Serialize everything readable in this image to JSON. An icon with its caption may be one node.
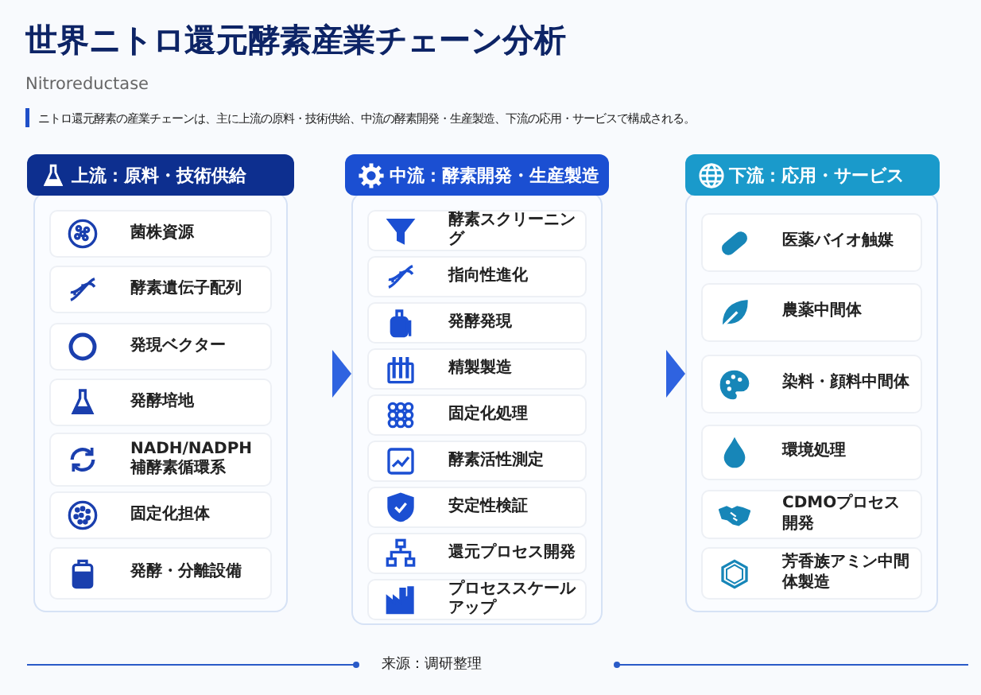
{
  "diagram": {
    "title": "世界ニトロ還元酵素産業チェーン分析",
    "nodes": [
      {
        "text": [
          "上流：原料・技術供給"
        ]
      },
      {
        "text": [
          "菌株資源"
        ],
        "in": 0
      },
      {
        "text": [
          "酵素遺伝子配列"
        ],
        "in": 0
      },
      {
        "text": [
          "発現ベクター"
        ],
        "in": 0
      },
      {
        "text": [
          "発酵培地"
        ],
        "in": 0
      },
      {
        "text": [
          "NADH/NADPH 補酵素循環系"
        ],
        "in": 0
      },
      {
        "text": [
          "固定化担体"
        ],
        "in": 0
      },
      {
        "text": [
          "発酵・分離設備"
        ],
        "in": 0
      },
      {
        "text": [
          "中流：酵素開発・生産製造"
        ]
      },
      {
        "text": [
          "酵素スクリーニング"
        ],
        "in": 8
      },
      {
        "text": [
          "指向性進化"
        ],
        "in": 8
      },
      {
        "text": [
          "発酵発現"
        ],
        "in": 8
      },
      {
        "text": [
          "精製製造"
        ],
        "in": 8
      },
      {
        "text": [
          "固定化処理"
        ],
        "in": 8
      },
      {
        "text": [
          "酵素活性測定"
        ],
        "in": 8
      },
      {
        "text": [
          "安定性検証"
        ],
        "in": 8
      },
      {
        "text": [
          "還元プロセス開発"
        ],
        "in": 8
      },
      {
        "text": [
          "プロセススケールアップ"
        ],
        "in": 8
      },
      {
        "text": [
          "下流：応用・サービス"
        ]
      },
      {
        "text": [
          "医薬バイオ触媒"
        ],
        "in": 18
      },
      {
        "text": [
          "農薬中間体"
        ],
        "in": 18
      },
      {
        "text": [
          "染料・顔料中間体"
        ],
        "in": 18
      },
      {
        "text": [
          "環境処理"
        ],
        "in": 18
      },
      {
        "text": [
          "CDMOプロセス開発"
        ],
        "in": 18
      },
      {
        "text": [
          "芳香族アミン中間体製造"
        ],
        "in": 18
      }
    ],
    "edges": [
      {
        "from": 0,
        "to": 8,
        "arrow": "to"
      },
      {
        "from": 8,
        "to": 18,
        "arrow": "to"
      }
    ],
    "labels": [
      "Nitroreductase",
      "ニトロ還元酵素の産業チェーンは、主に上流の原料・技術供給、中流の酵素開発・生産製造、下流の応用・サービスで構成される。",
      "来源：调研整理"
    ]
  }
}
